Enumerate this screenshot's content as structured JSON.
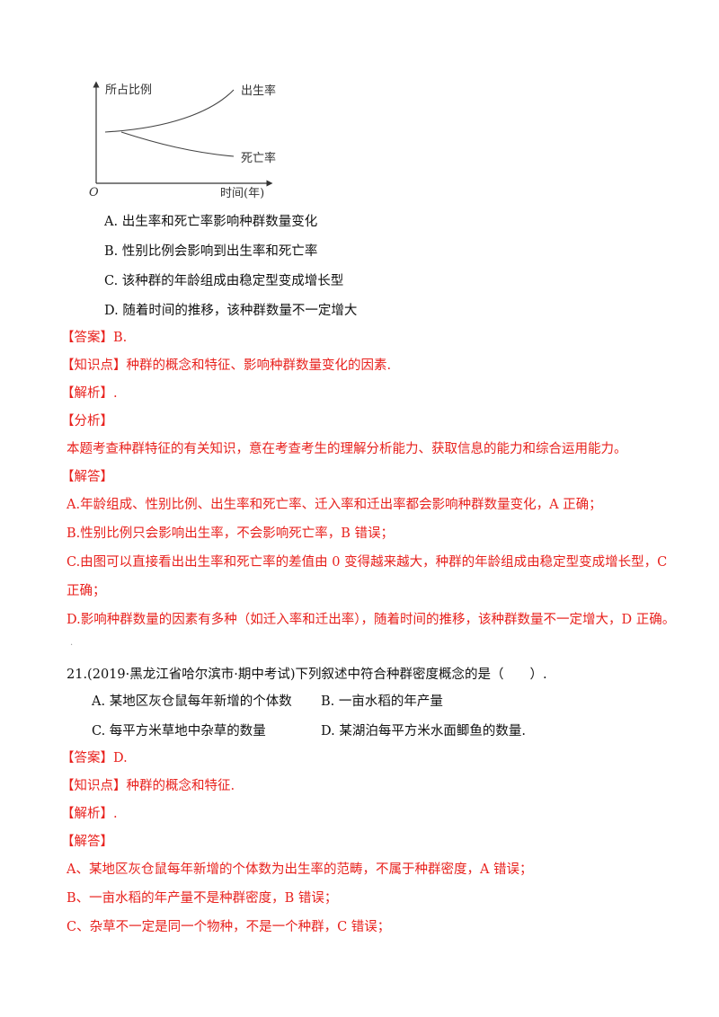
{
  "chart_data": {
    "type": "line",
    "ylabel": "所占比例",
    "xlabel": "时间(年)",
    "origin_label": "O",
    "series": [
      {
        "name": "出生率",
        "trend": "increasing"
      },
      {
        "name": "死亡率",
        "trend": "decreasing"
      }
    ]
  },
  "q20": {
    "options": [
      "A. 出生率和死亡率影响种群数量变化",
      "B. 性别比例会影响到出生率和死亡率",
      "C. 该种群的年龄组成由稳定型变成增长型",
      "D. 随着时间的推移，该种群数量不一定增大"
    ],
    "answer": "【答案】B.",
    "knowledge": "【知识点】种群的概念和特征、影响种群数量变化的因素.",
    "jiexi": "【解析】.",
    "fenxi_heading": "【分析】",
    "fenxi_text": "本题考查种群特征的有关知识，意在考查考生的理解分析能力、获取信息的能力和综合运用能力。",
    "jieda_heading": "【解答】",
    "jieda_lines": [
      "A.年龄组成、性别比例、出生率和死亡率、迁入率和迁出率都会影响种群数量变化，A 正确；",
      "B.性别比例只会影响出生率，不会影响死亡率，B 错误；",
      "C.由图可以直接看出出生率和死亡率的差值由 0 变得越来越大，种群的年龄组成由稳定型变成增长型，C",
      "正确；",
      "D.影响种群数量的因素有多种（如迁入率和迁出率），随着时间的推移，该种群数量不一定增大，D 正确。"
    ],
    "dot": "."
  },
  "q21": {
    "question": "21.(2019·黑龙江省哈尔滨市·期中考试)下列叙述中符合种群密度概念的是（　　）.",
    "option_a": "A. 某地区灰仓鼠每年新增的个体数",
    "option_b": "B. 一亩水稻的年产量",
    "option_c": "C. 每平方米草地中杂草的数量",
    "option_d": "D. 某湖泊每平方米水面鲫鱼的数量.",
    "answer": "【答案】D.",
    "knowledge": "【知识点】种群的概念和特征.",
    "jiexi": "【解析】.",
    "jieda_heading": "【解答】",
    "jieda_lines": [
      "A、某地区灰仓鼠每年新增的个体数为出生率的范畴，不属于种群密度，A 错误；",
      "B、一亩水稻的年产量不是种群密度，B 错误；",
      "C、杂草不一定是同一个物种，不是一个种群，C 错误；"
    ]
  }
}
